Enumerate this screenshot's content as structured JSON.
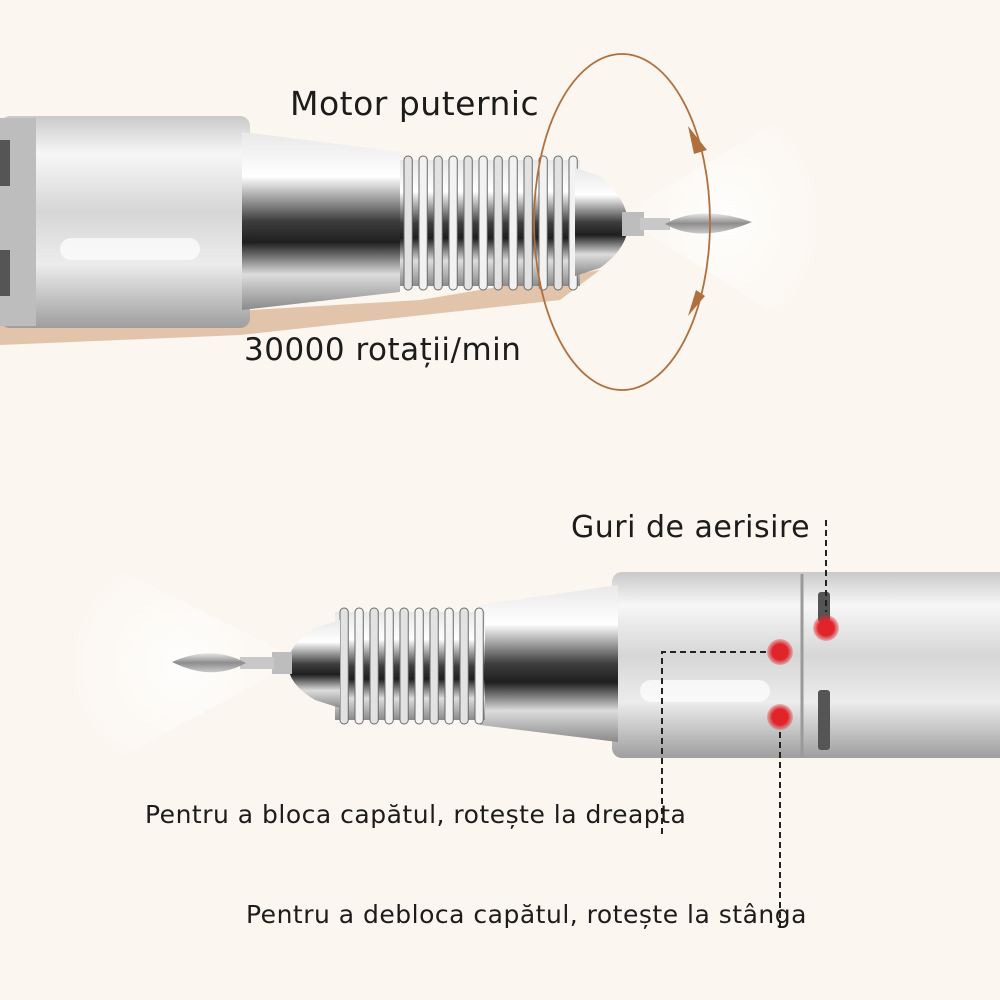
{
  "labels": {
    "motor": "Motor puternic",
    "rpm": "30000 rotații/min",
    "vents": "Guri de aerisire",
    "lock": "Pentru a bloca capătul, rotește la dreapta",
    "unlock": "Pentru a debloca capătul, rotește la stânga"
  },
  "colors": {
    "background": "#fbf6ef",
    "arrow": "#b0703e",
    "marker": "#e0242a",
    "metal_light": "#f4f4f4",
    "metal_dark": "#4a4a4a"
  },
  "icons": {
    "rotation": "circular-arrows-icon",
    "indicator": "red-dot-icon"
  }
}
